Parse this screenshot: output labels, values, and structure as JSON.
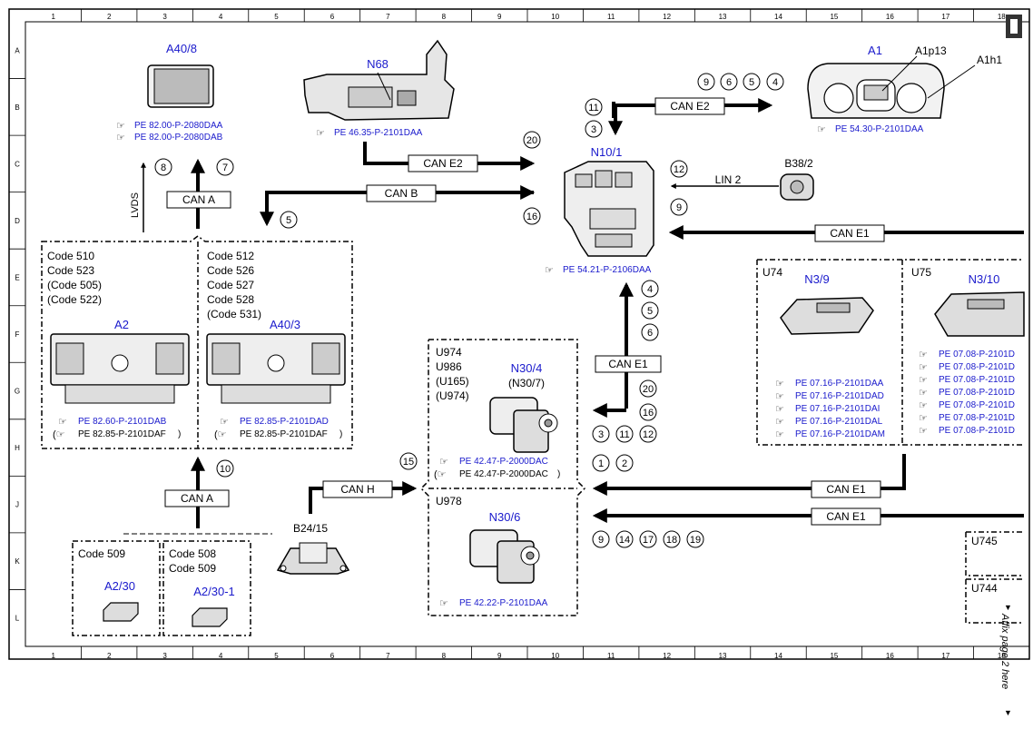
{
  "grid": {
    "columns": [
      "1",
      "2",
      "3",
      "4",
      "5",
      "6",
      "7",
      "8",
      "9",
      "10",
      "11",
      "12",
      "13",
      "14",
      "15",
      "16",
      "17",
      "18"
    ],
    "rows": [
      "A",
      "B",
      "C",
      "D",
      "E",
      "F",
      "G",
      "H",
      "J",
      "K",
      "L"
    ]
  },
  "components": {
    "a40_8": {
      "label": "A40/8",
      "refs": [
        "PE 82.00-P-2080DAA",
        "PE 82.00-P-2080DAB"
      ]
    },
    "n68": {
      "label": "N68",
      "ref": "PE 46.35-P-2101DAA"
    },
    "a1": {
      "label": "A1",
      "callouts": [
        "A1p13",
        "A1h1"
      ],
      "ref": "PE 54.30-P-2101DAA"
    },
    "n10_1": {
      "label": "N10/1",
      "ref": "PE 54.21-P-2106DAA"
    },
    "b38_2": {
      "label": "B38/2"
    },
    "a2": {
      "label": "A2",
      "codes": [
        "Code 510",
        "Code 523",
        "(Code 505)",
        "(Code 522)"
      ],
      "ref1": "PE 82.60-P-2101DAB",
      "ref2": "PE 82.85-P-2101DAF"
    },
    "a40_3": {
      "label": "A40/3",
      "codes": [
        "Code 512",
        "Code 526",
        "Code 527",
        "Code 528",
        "(Code 531)"
      ],
      "ref1": "PE 82.85-P-2101DAD",
      "ref2": "PE 82.85-P-2101DAF"
    },
    "n30_4": {
      "label": "N30/4",
      "alt": "(N30/7)",
      "variants": [
        "U974",
        "U986",
        "(U165)",
        "(U974)"
      ],
      "ref1": "PE 42.47-P-2000DAC",
      "ref2": "PE 42.47-P-2000DAC"
    },
    "n30_6": {
      "label": "N30/6",
      "variant": "U978",
      "ref": "PE 42.22-P-2101DAA"
    },
    "b24_15": {
      "label": "B24/15"
    },
    "a2_30": {
      "label": "A2/30",
      "code": "Code 509"
    },
    "a2_30_1": {
      "label": "A2/30-1",
      "codes": [
        "Code 508",
        "Code 509"
      ]
    },
    "n3_9": {
      "label": "N3/9",
      "variant": "U74",
      "refs": [
        "PE 07.16-P-2101DAA",
        "PE 07.16-P-2101DAD",
        "PE 07.16-P-2101DAI",
        "PE 07.16-P-2101DAL",
        "PE 07.16-P-2101DAM"
      ]
    },
    "n3_10": {
      "label": "N3/10",
      "variant": "U75",
      "refs": [
        "PE 07.08-P-2101D",
        "PE 07.08-P-2101D",
        "PE 07.08-P-2101D",
        "PE 07.08-P-2101D",
        "PE 07.08-P-2101D",
        "PE 07.08-P-2101D",
        "PE 07.08-P-2101D"
      ]
    },
    "u745": {
      "label": "U745"
    },
    "u744": {
      "label": "U744"
    }
  },
  "buses": {
    "can_e2_top": "CAN E2",
    "can_e2_mid": "CAN E2",
    "can_b": "CAN B",
    "can_a_top": "CAN A",
    "can_a_bottom": "CAN A",
    "lvds": "LVDS",
    "lin2": "LIN 2",
    "can_e1_d": "CAN E1",
    "can_e1_g": "CAN E1",
    "can_e1_j": "CAN E1",
    "can_e1_k": "CAN E1",
    "can_h": "CAN H"
  },
  "callouts": {
    "c1": "1",
    "c2": "2",
    "c3": "3",
    "c3b": "3",
    "c4": "4",
    "c4b": "4",
    "c5": "5",
    "c5b": "5",
    "c5c": "5",
    "c6": "6",
    "c6b": "6",
    "c7": "7",
    "c8": "8",
    "c9": "9",
    "c9b": "9",
    "c9c": "9",
    "c10": "10",
    "c11": "11",
    "c11b": "11",
    "c12": "12",
    "c12b": "12",
    "c14": "14",
    "c15": "15",
    "c16": "16",
    "c16b": "16",
    "c17": "17",
    "c18": "18",
    "c19": "19",
    "c20": "20",
    "c20b": "20"
  },
  "affix_note": "Affix page 2 here"
}
